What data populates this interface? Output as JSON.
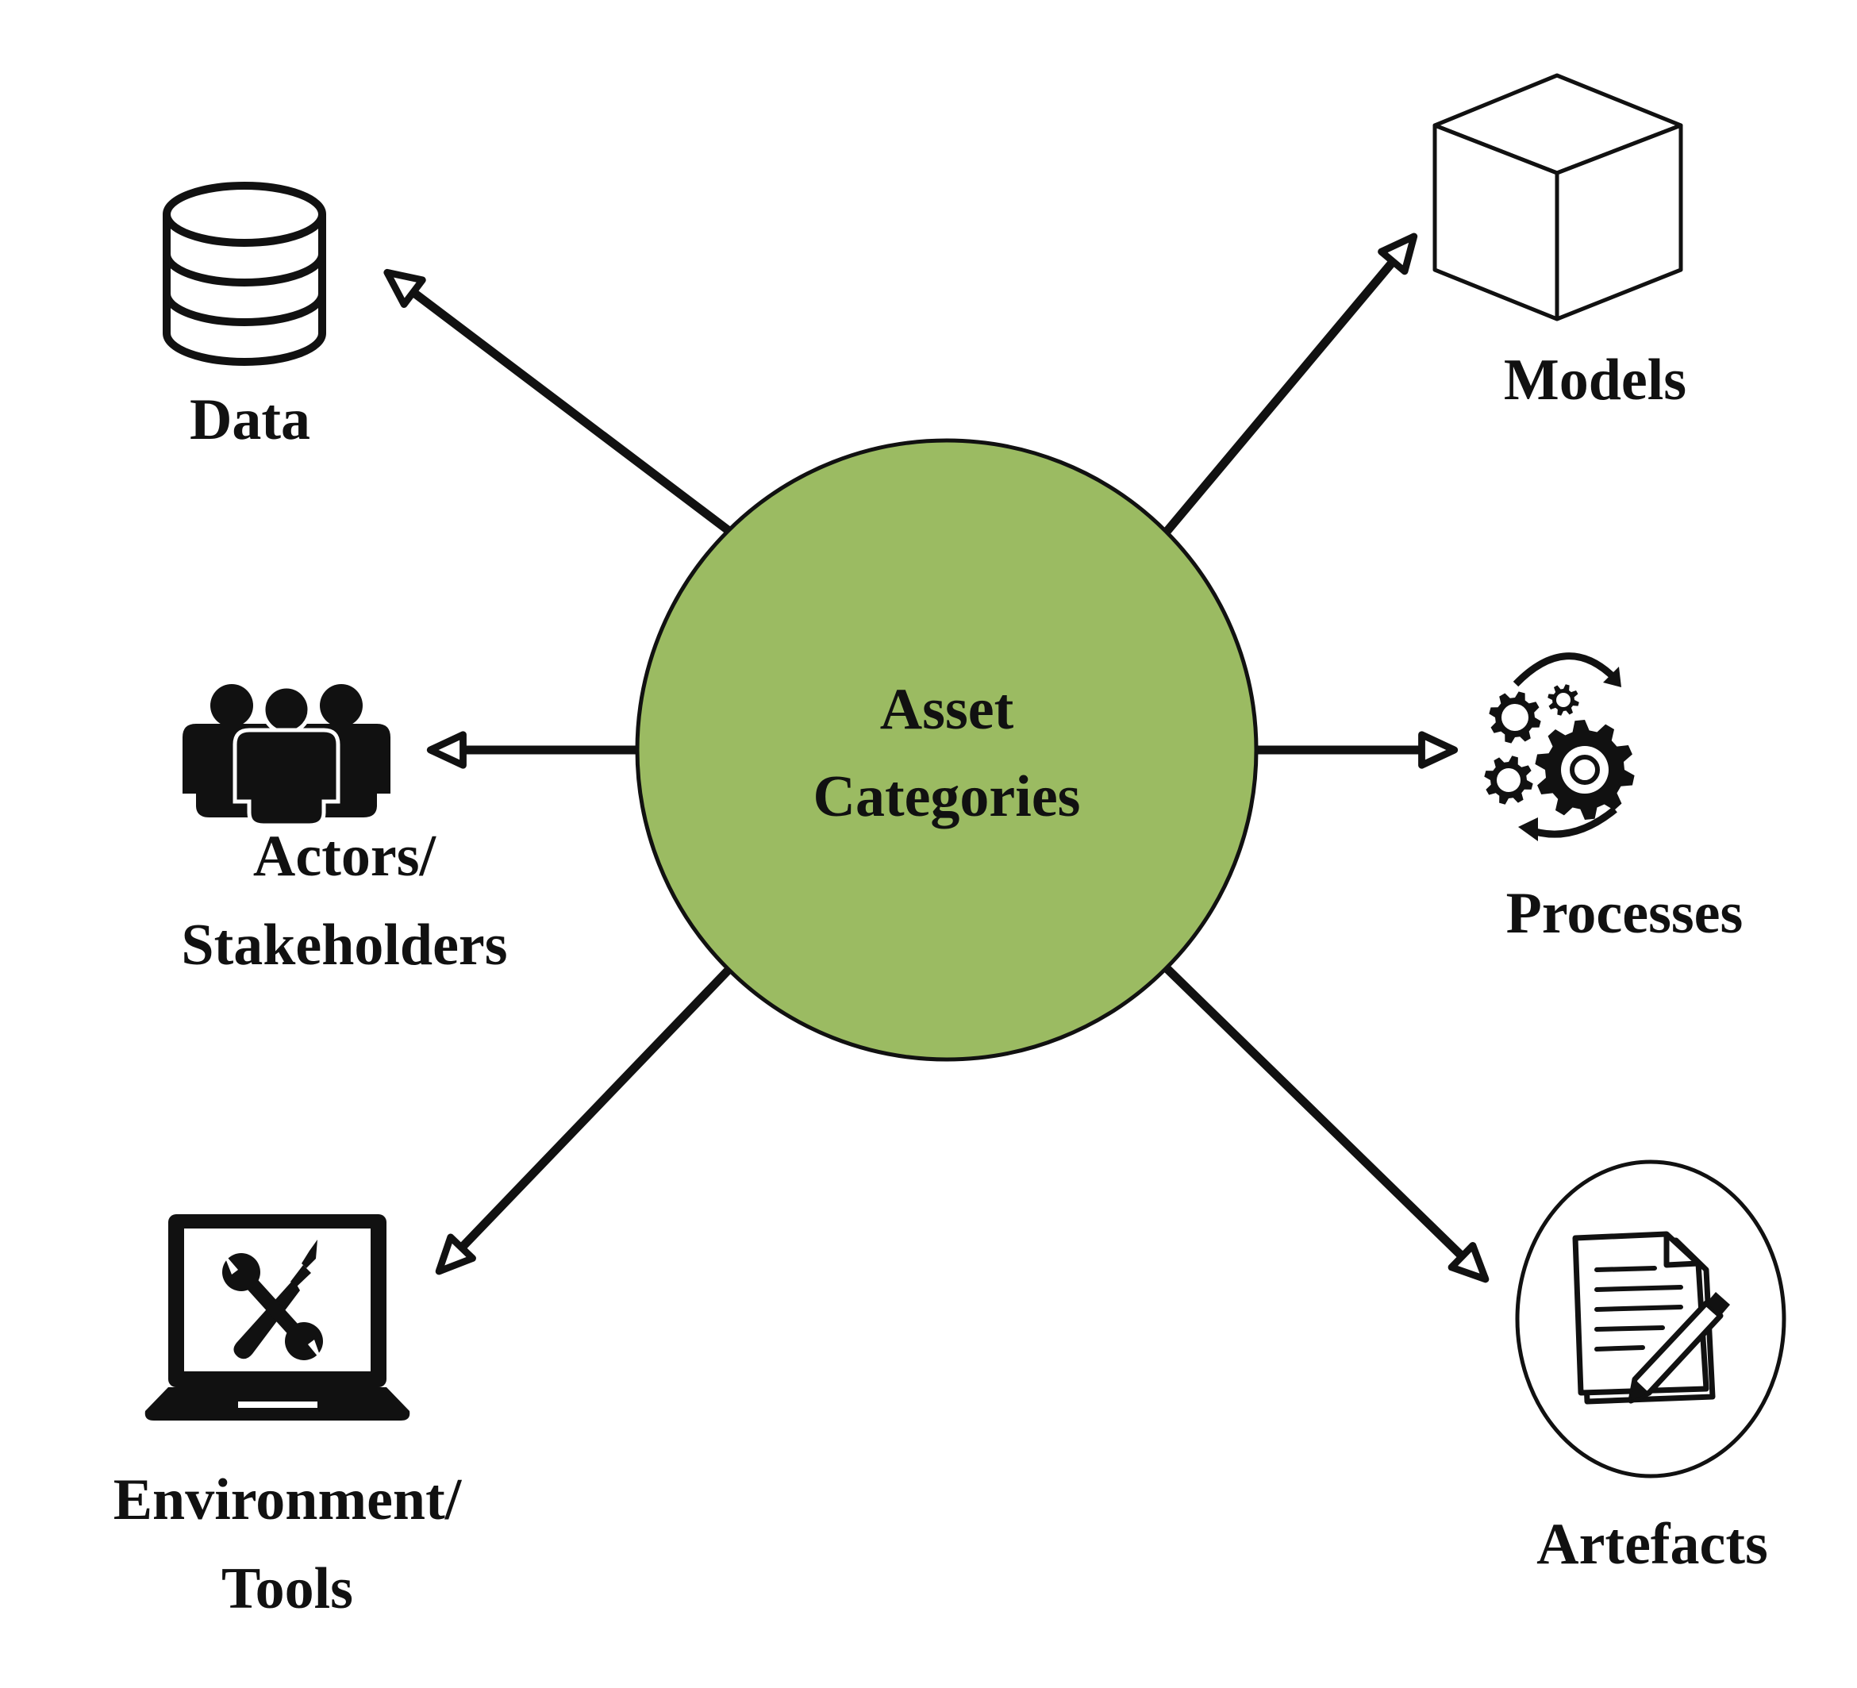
{
  "center": {
    "lines": [
      "Asset",
      "Categories"
    ],
    "fill_color": "#9bbb62"
  },
  "categories": {
    "data": {
      "lines": [
        "Data"
      ],
      "icon": "database-icon"
    },
    "models": {
      "lines": [
        "Models"
      ],
      "icon": "cube-icon"
    },
    "actors": {
      "lines": [
        "Actors/",
        "Stakeholders"
      ],
      "icon": "people-group-icon"
    },
    "processes": {
      "lines": [
        "Processes"
      ],
      "icon": "gears-cycle-icon"
    },
    "environment": {
      "lines": [
        "Environment/",
        "Tools"
      ],
      "icon": "laptop-tools-icon"
    },
    "artefacts": {
      "lines": [
        "Artefacts"
      ],
      "icon": "document-pen-icon"
    }
  },
  "colors": {
    "stroke": "#111111",
    "background": "#ffffff"
  }
}
